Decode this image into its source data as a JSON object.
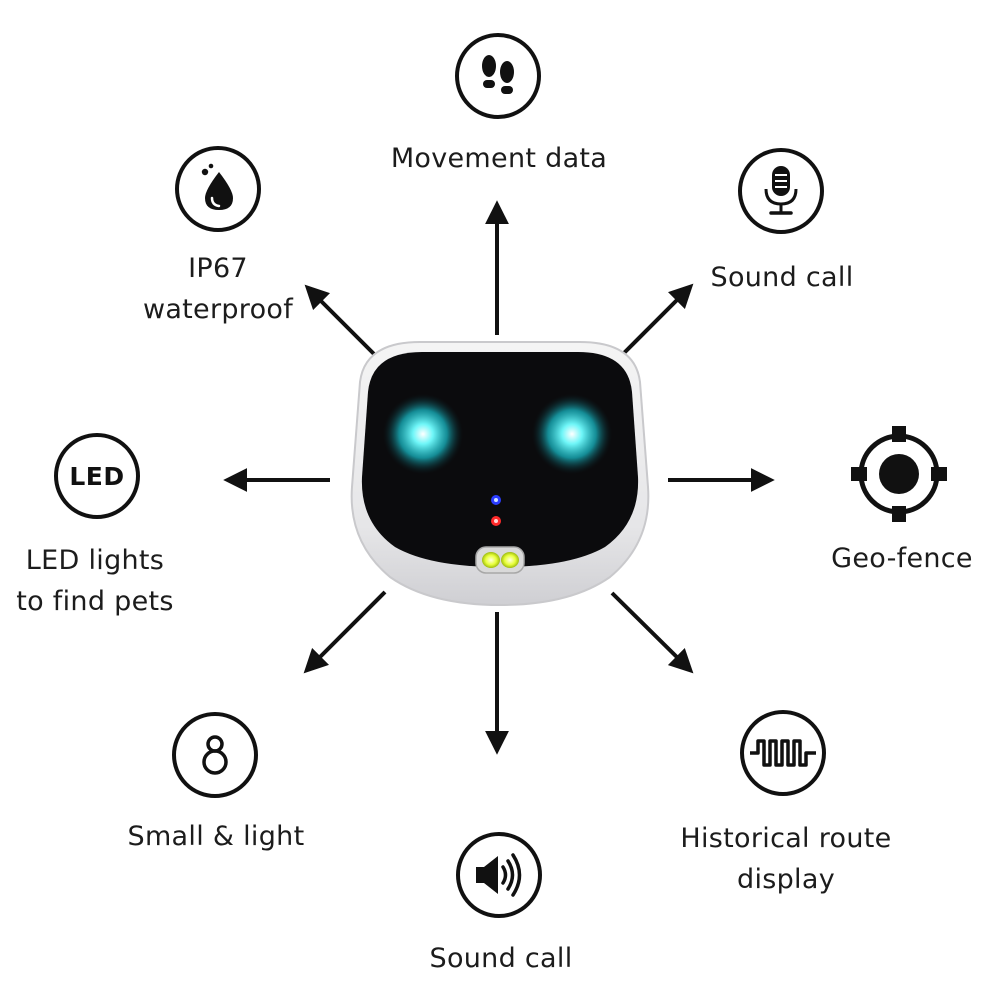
{
  "features": {
    "movement": {
      "label": "Movement data",
      "icon": "footprints-icon"
    },
    "sound_call_top": {
      "label": "Sound call",
      "icon": "microphone-icon"
    },
    "waterproof": {
      "lines": [
        "IP67",
        "waterproof"
      ],
      "icon": "water-drop-icon"
    },
    "led": {
      "lines": [
        "LED lights",
        "to find pets"
      ],
      "icon": "led-icon",
      "icon_text": "LED"
    },
    "geofence": {
      "label": "Geo-fence",
      "icon": "target-icon"
    },
    "small_light": {
      "label": "Small & light",
      "icon": "ring-icon"
    },
    "route": {
      "lines": [
        "Historical route",
        "display"
      ],
      "icon": "route-wave-icon"
    },
    "sound_call_bottom": {
      "label": "Sound call",
      "icon": "speaker-icon"
    }
  },
  "colors": {
    "arrow": "#111111",
    "eye_glow": "#2fe0e6",
    "led_blue": "#2a3cff",
    "led_red": "#ff2a2a",
    "flashlight": "#e8ff3a"
  }
}
